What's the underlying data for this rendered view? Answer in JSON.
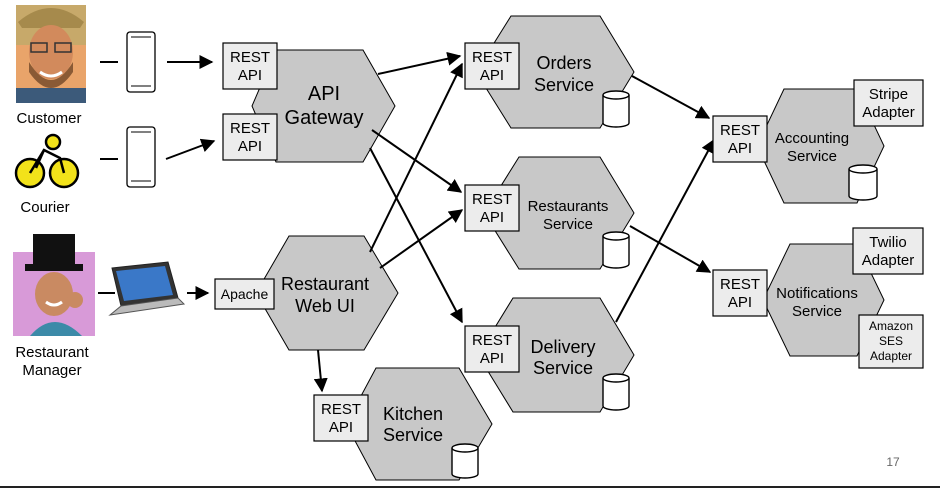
{
  "actors": {
    "customer": "Customer",
    "courier": "Courier",
    "manager_line1": "Restaurant",
    "manager_line2": "Manager"
  },
  "api_gateway": {
    "line1": "API",
    "line2": "Gateway",
    "rest1": "REST",
    "rest2": "API"
  },
  "web_ui": {
    "line1": "Restaurant",
    "line2": "Web UI",
    "adapter": "Apache"
  },
  "services": {
    "orders": {
      "line1": "Orders",
      "line2": "Service"
    },
    "restaurants": {
      "line1": "Restaurants",
      "line2": "Service"
    },
    "delivery": {
      "line1": "Delivery",
      "line2": "Service"
    },
    "kitchen": {
      "line1": "Kitchen",
      "line2": "Service"
    },
    "accounting": {
      "line1": "Accounting",
      "line2": "Service"
    },
    "notifications": {
      "line1": "Notifications",
      "line2": "Service"
    }
  },
  "rest_label": {
    "line1": "REST",
    "line2": "API"
  },
  "adapters": {
    "stripe": {
      "line1": "Stripe",
      "line2": "Adapter"
    },
    "twilio": {
      "line1": "Twilio",
      "line2": "Adapter"
    },
    "ses": {
      "line1": "Amazon",
      "line2": "SES",
      "line3": "Adapter"
    }
  },
  "page_number": "17"
}
